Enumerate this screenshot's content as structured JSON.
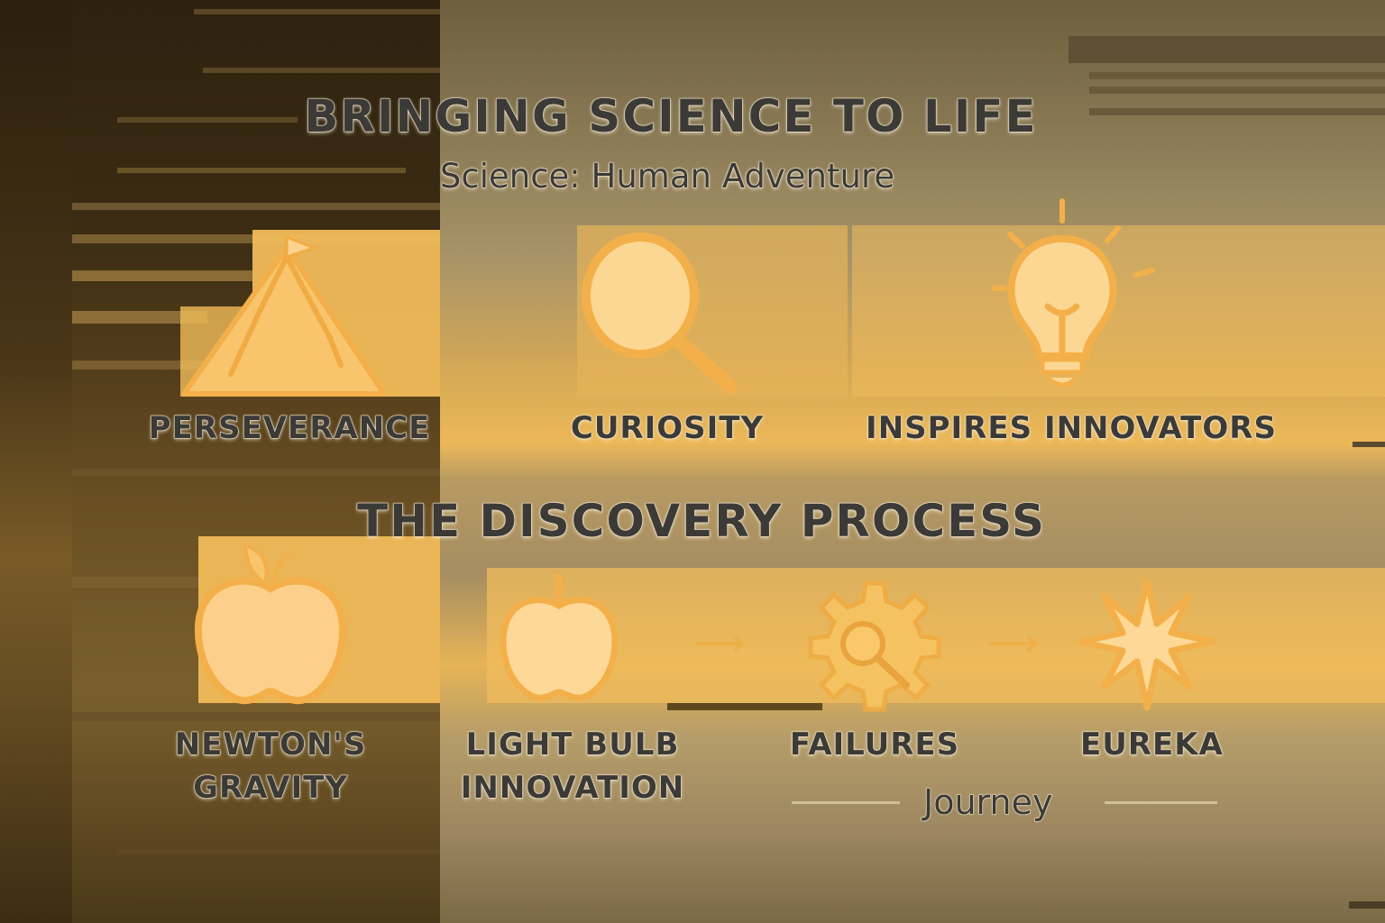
{
  "header": {
    "title": "BRINGING SCIENCE TO LIFE",
    "subtitle": "Science: Human Adventure"
  },
  "values_row": {
    "items": [
      {
        "icon": "mountain-flag-icon",
        "label": "PERSEVERANCE"
      },
      {
        "icon": "magnifying-glass-icon",
        "label": "CURIOSITY"
      },
      {
        "icon": "light-bulb-icon",
        "label": "INSPIRES INNOVATORS"
      }
    ]
  },
  "process": {
    "title": "THE DISCOVERY PROCESS",
    "steps": [
      {
        "icon": "apple-icon",
        "label_line1": "NEWTON'S",
        "label_line2": "GRAVITY"
      },
      {
        "icon": "apple-icon",
        "label_line1": "LIGHT BULB",
        "label_line2": "INNOVATION"
      },
      {
        "icon": "gear-magnifier-icon",
        "label_line1": "FAILURES",
        "label_line2": ""
      },
      {
        "icon": "starburst-icon",
        "label_line1": "EUREKA",
        "label_line2": ""
      }
    ],
    "connector_icon": "arrow-right-icon",
    "footer_label": "Journey"
  },
  "colors": {
    "text": "#3c3a36",
    "text_outline": "#f1e7d0",
    "icon_fill": "#fbd089",
    "icon_stroke": "#f3b04a",
    "band": "#f0bb5a",
    "dark_bg": "#2e220f"
  }
}
